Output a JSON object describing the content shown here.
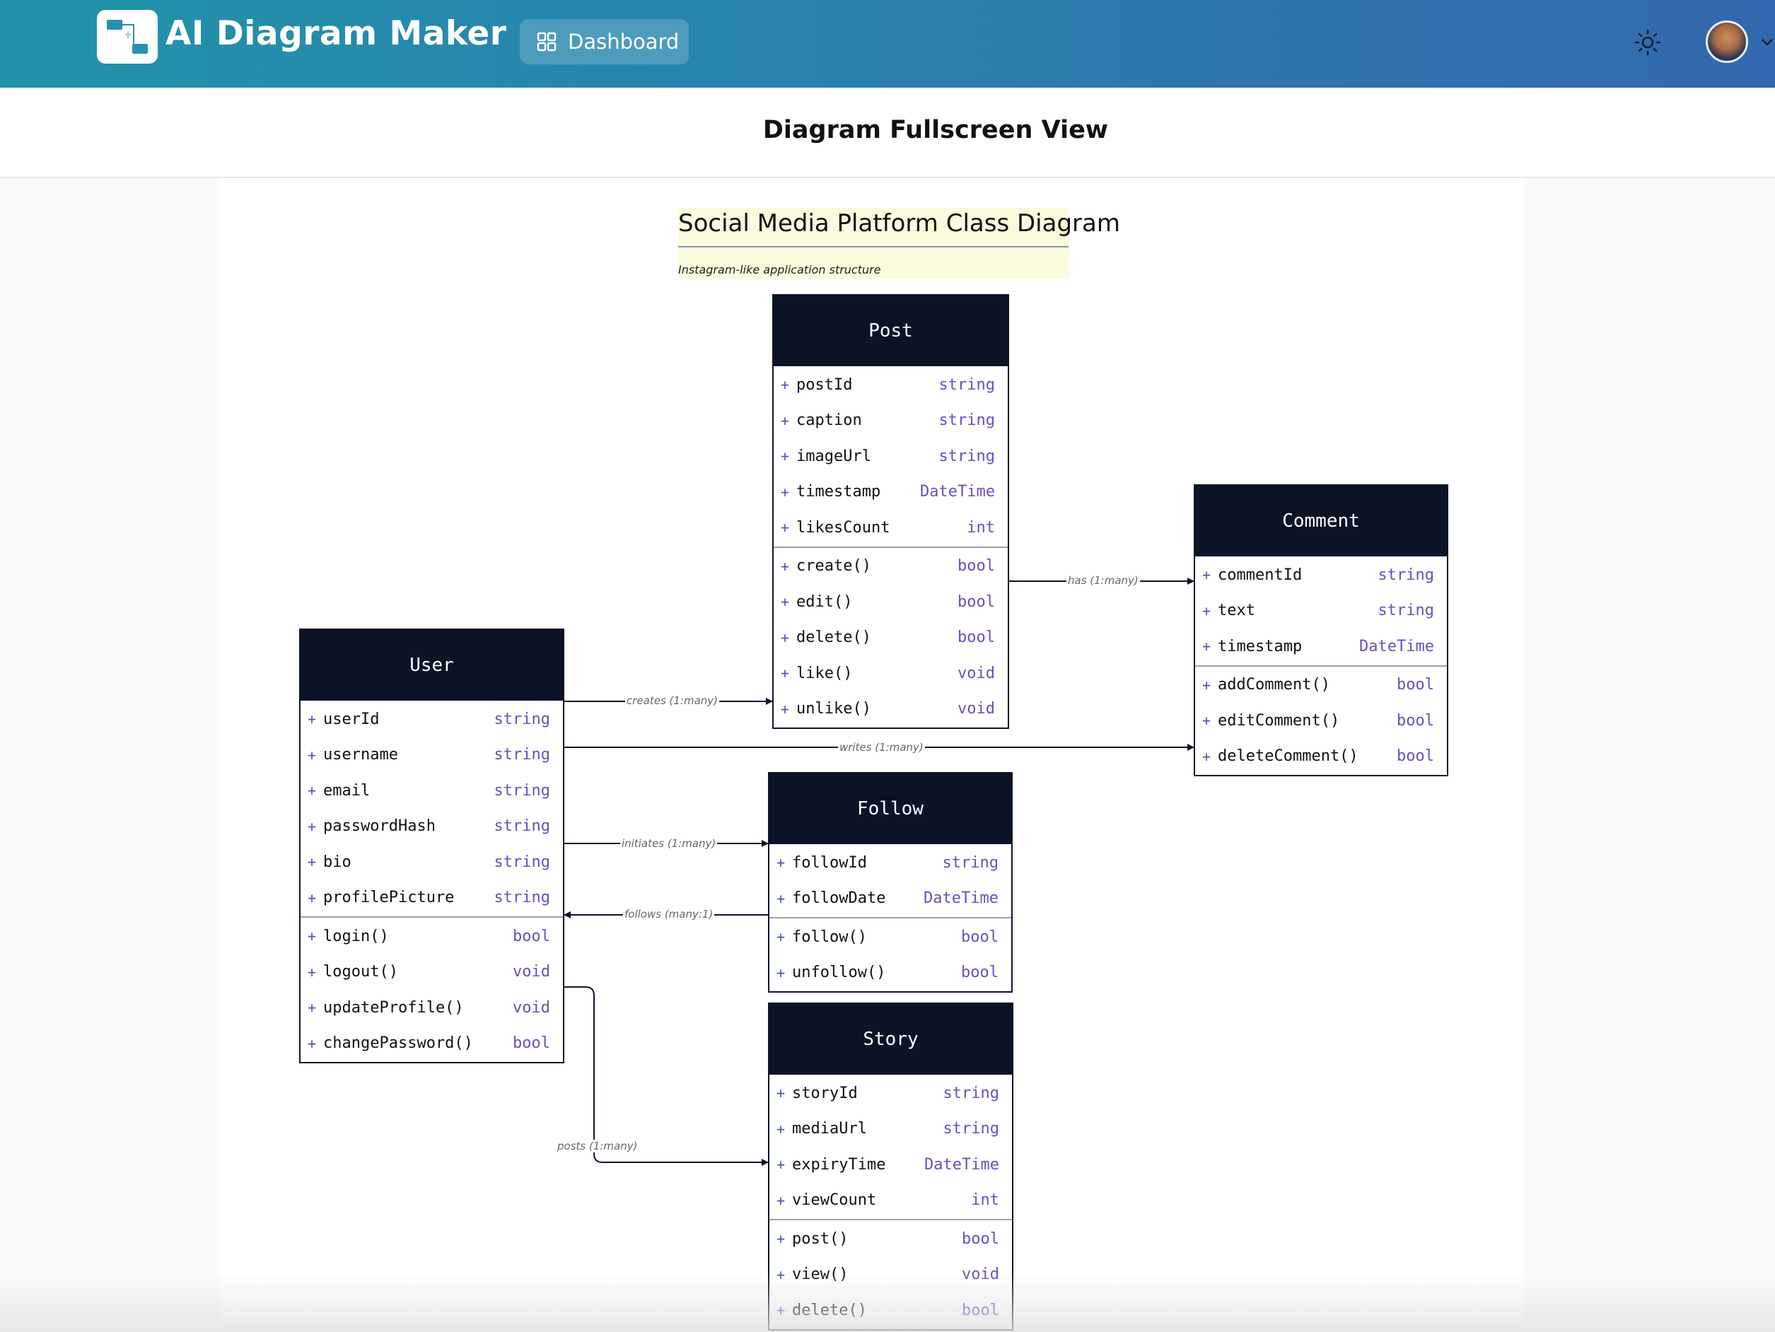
{
  "app": {
    "title": "AI Diagram Maker",
    "nav_dashboard": "Dashboard",
    "colors": {
      "header_start": "#2193a8",
      "header_end": "#3268ad",
      "class_header": "#0d1327",
      "type_color": "#6a4fc0"
    }
  },
  "page": {
    "title": "Diagram Fullscreen View"
  },
  "diagram": {
    "title": "Social Media Platform Class Diagram",
    "subtitle": "Instagram-like application structure",
    "classes": {
      "post": {
        "name": "Post",
        "attributes": [
          {
            "vis": "+",
            "name": "postId",
            "type": "string"
          },
          {
            "vis": "+",
            "name": "caption",
            "type": "string"
          },
          {
            "vis": "+",
            "name": "imageUrl",
            "type": "string"
          },
          {
            "vis": "+",
            "name": "timestamp",
            "type": "DateTime"
          },
          {
            "vis": "+",
            "name": "likesCount",
            "type": "int"
          }
        ],
        "methods": [
          {
            "vis": "+",
            "name": "create()",
            "type": "bool"
          },
          {
            "vis": "+",
            "name": "edit()",
            "type": "bool"
          },
          {
            "vis": "+",
            "name": "delete()",
            "type": "bool"
          },
          {
            "vis": "+",
            "name": "like()",
            "type": "void"
          },
          {
            "vis": "+",
            "name": "unlike()",
            "type": "void"
          }
        ]
      },
      "comment": {
        "name": "Comment",
        "attributes": [
          {
            "vis": "+",
            "name": "commentId",
            "type": "string"
          },
          {
            "vis": "+",
            "name": "text",
            "type": "string"
          },
          {
            "vis": "+",
            "name": "timestamp",
            "type": "DateTime"
          }
        ],
        "methods": [
          {
            "vis": "+",
            "name": "addComment()",
            "type": "bool"
          },
          {
            "vis": "+",
            "name": "editComment()",
            "type": "bool"
          },
          {
            "vis": "+",
            "name": "deleteComment()",
            "type": "bool"
          }
        ]
      },
      "user": {
        "name": "User",
        "attributes": [
          {
            "vis": "+",
            "name": "userId",
            "type": "string"
          },
          {
            "vis": "+",
            "name": "username",
            "type": "string"
          },
          {
            "vis": "+",
            "name": "email",
            "type": "string"
          },
          {
            "vis": "+",
            "name": "passwordHash",
            "type": "string"
          },
          {
            "vis": "+",
            "name": "bio",
            "type": "string"
          },
          {
            "vis": "+",
            "name": "profilePicture",
            "type": "string"
          }
        ],
        "methods": [
          {
            "vis": "+",
            "name": "login()",
            "type": "bool"
          },
          {
            "vis": "+",
            "name": "logout()",
            "type": "void"
          },
          {
            "vis": "+",
            "name": "updateProfile()",
            "type": "void"
          },
          {
            "vis": "+",
            "name": "changePassword()",
            "type": "bool"
          }
        ]
      },
      "follow": {
        "name": "Follow",
        "attributes": [
          {
            "vis": "+",
            "name": "followId",
            "type": "string"
          },
          {
            "vis": "+",
            "name": "followDate",
            "type": "DateTime"
          }
        ],
        "methods": [
          {
            "vis": "+",
            "name": "follow()",
            "type": "bool"
          },
          {
            "vis": "+",
            "name": "unfollow()",
            "type": "bool"
          }
        ]
      },
      "story": {
        "name": "Story",
        "attributes": [
          {
            "vis": "+",
            "name": "storyId",
            "type": "string"
          },
          {
            "vis": "+",
            "name": "mediaUrl",
            "type": "string"
          },
          {
            "vis": "+",
            "name": "expiryTime",
            "type": "DateTime"
          },
          {
            "vis": "+",
            "name": "viewCount",
            "type": "int"
          }
        ],
        "methods": [
          {
            "vis": "+",
            "name": "post()",
            "type": "bool"
          },
          {
            "vis": "+",
            "name": "view()",
            "type": "void"
          },
          {
            "vis": "+",
            "name": "delete()",
            "type": "bool"
          }
        ]
      }
    },
    "relations": {
      "has": "has (1:many)",
      "creates": "creates (1:many)",
      "writes": "writes (1:many)",
      "initiates": "initiates (1:many)",
      "follows": "follows (many:1)",
      "posts": "posts (1:many)"
    }
  }
}
